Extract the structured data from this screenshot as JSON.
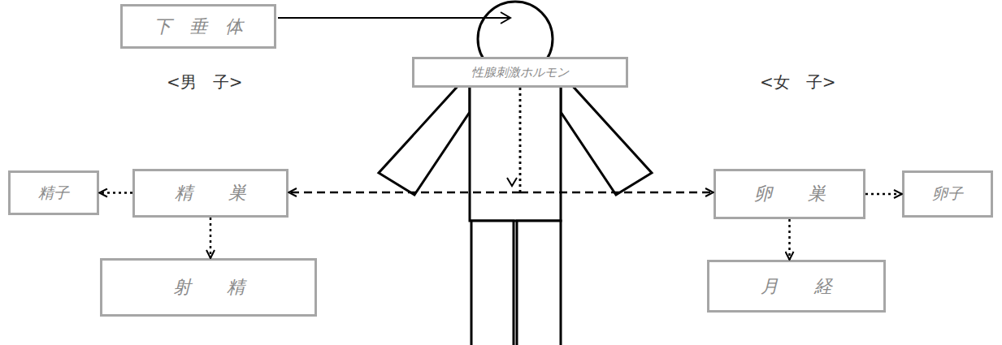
{
  "diagram": {
    "nodes": [
      {
        "text": [
          "下　垂　体"
        ]
      },
      {
        "text": [
          "性腺刺激ホルモン"
        ]
      },
      {
        "text": [
          "精子"
        ]
      },
      {
        "text": [
          "精　　巣"
        ]
      },
      {
        "text": [
          "卵　　巣"
        ]
      },
      {
        "text": [
          "卵子"
        ]
      },
      {
        "text": [
          "射　　精"
        ]
      },
      {
        "text": [
          "月　　経"
        ]
      }
    ],
    "edges": [
      {
        "from": 1,
        "to": 3,
        "arrow": "to"
      },
      {
        "from": 1,
        "to": 4,
        "arrow": "to"
      },
      {
        "from": 3,
        "to": 2,
        "arrow": "to"
      },
      {
        "from": 3,
        "to": 6,
        "arrow": "to"
      },
      {
        "from": 4,
        "to": 5,
        "arrow": "to"
      },
      {
        "from": 4,
        "to": 7,
        "arrow": "to"
      }
    ],
    "labels": [
      "<男　子>",
      "<女　子>"
    ]
  }
}
